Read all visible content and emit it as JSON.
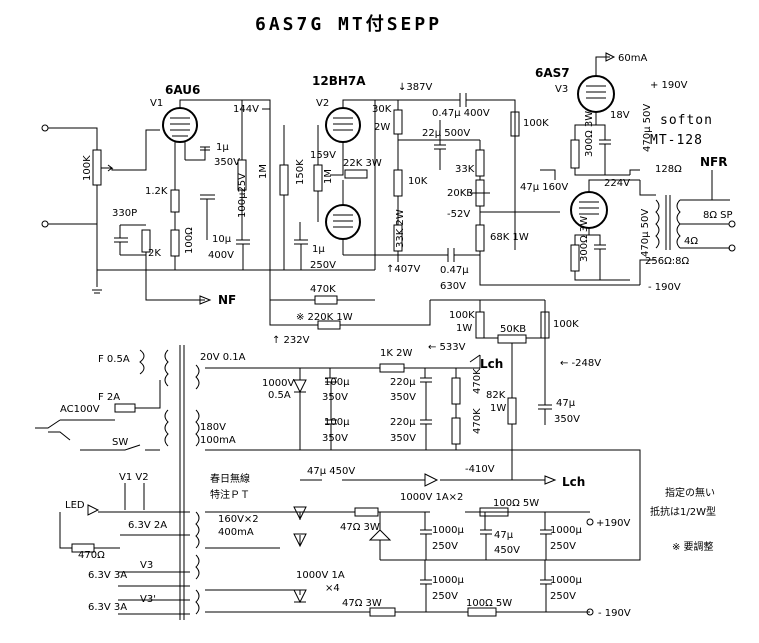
{
  "title": "6AS7G MT付SEPP",
  "brand": "softon",
  "model": "MT-128",
  "note": {
    "line1": "指定の無い",
    "line2": "抵抗は1/2W型",
    "adjust": "※ 要調整"
  },
  "tubes": {
    "v1": {
      "type": "6AU6",
      "ref": "V1"
    },
    "v2": {
      "type": "12BH7A",
      "ref": "V2"
    },
    "v3": {
      "type": "6AS7",
      "ref": "V3"
    }
  },
  "voltages": {
    "v144": "144V",
    "v159": "159V",
    "v387": "↓387V",
    "v407": "↑407V",
    "v190a": "+ 190V",
    "v190b": "- 190V",
    "v224": "224V",
    "v18": "18V",
    "v52": "-52V",
    "v232": "↑ 232V",
    "v533": "← 533V",
    "v248": "← -248V",
    "v410": "-410V",
    "v190c": "+190V",
    "v190d": "- 190V",
    "ma60": "60mA"
  },
  "parts": {
    "r100k_in": "100K",
    "c330p": "330P",
    "r2k": "2K",
    "r12k": "1.2K",
    "r100": "100Ω",
    "c1u350": "1μ",
    "c1u350v": "350V",
    "c100u25": "100μ25V",
    "r1m_a": "1M",
    "c10u": "10μ",
    "c10u_v": "400V",
    "r150k": "150K",
    "r1m_b": "1M",
    "c1u250": "1μ",
    "c1u250v": "250V",
    "r22k": "22K 3W",
    "r30k": "30K",
    "r30k_w": "2W",
    "c047": "0.47μ 400V",
    "c22u": "22μ 500V",
    "r10k": "10K",
    "r33k": "33K",
    "r20kb": "20KB",
    "r33k2w": "33K 2W",
    "r68k": "68K 1W",
    "c047b": "0.47μ",
    "c047b_v": "630V",
    "r100k_b": "100K",
    "c47u160": "47μ 160V",
    "r300_3w": "300Ω 3W",
    "c470u50": "470μ 50V",
    "r300_3w_b": "300Ω 3W",
    "c470u50_b": "470μ 50V",
    "r470k": "470K",
    "r220k": "※ 220K 1W",
    "r100k1w": "100K",
    "r100k1w_w": "1W",
    "r50kb": "50KB",
    "r100k_c": "100K",
    "r82k": "82K",
    "r82k_w": "1W",
    "c47u350": "47μ",
    "c47u350v": "350V",
    "r1k2w": "1K 2W",
    "c100u350_1": "100μ",
    "c100u350_1v": "350V",
    "c100u350_2": "100μ",
    "c100u350_2v": "350V",
    "c220u_1": "220μ",
    "c220u_1v": "350V",
    "c220u_2": "220μ",
    "c220u_2v": "350V",
    "r470k_1": "470K",
    "r470k_2": "470K",
    "d1000v": "1000V",
    "d1000v_a": "0.5A",
    "c47u450": "47μ 450V",
    "d1000v1a2": "1000V 1A×2",
    "r100_5w": "100Ω 5W",
    "c47u450b": "47μ",
    "c47u450b_v": "450V",
    "c1000u_1": "1000μ",
    "c1000u_1v": "250V",
    "c1000u_2": "1000μ",
    "c1000u_2v": "250V",
    "c1000u_3": "1000μ",
    "c1000u_3v": "250V",
    "c1000u_4": "1000μ",
    "c1000u_4v": "250V",
    "r47_3w": "47Ω 3W",
    "r47_3w_b": "47Ω 3W",
    "r100_5w_b": "100Ω 5W",
    "d1000v1a4": "1000V 1A",
    "d1000v1a4_x": "×4",
    "r470": "470Ω"
  },
  "labels": {
    "nf": "NF",
    "nfr": "NFR",
    "sp": "8Ω SP",
    "ohm4": "4Ω",
    "ohm128": "128Ω",
    "ratio": "256Ω:8Ω",
    "lch": "Lch",
    "lch2": "Lch",
    "fuse1": "F 0.5A",
    "fuse2": "F 2A",
    "ac": "AC100V",
    "sw": "SW",
    "led": "LED",
    "v1v2": "V1 V2",
    "v3": "V3",
    "v3b": "V3'",
    "h1": "6.3V 2A",
    "h2": "6.3V 3A",
    "h3": "6.3V 3A",
    "pt": "春日無線",
    "pt2": "特注ＰＴ",
    "tap1": "20V 0.1A",
    "tap2": "180V",
    "tap2b": "100mA",
    "tap3": "160V×2",
    "tap3b": "400mA"
  }
}
